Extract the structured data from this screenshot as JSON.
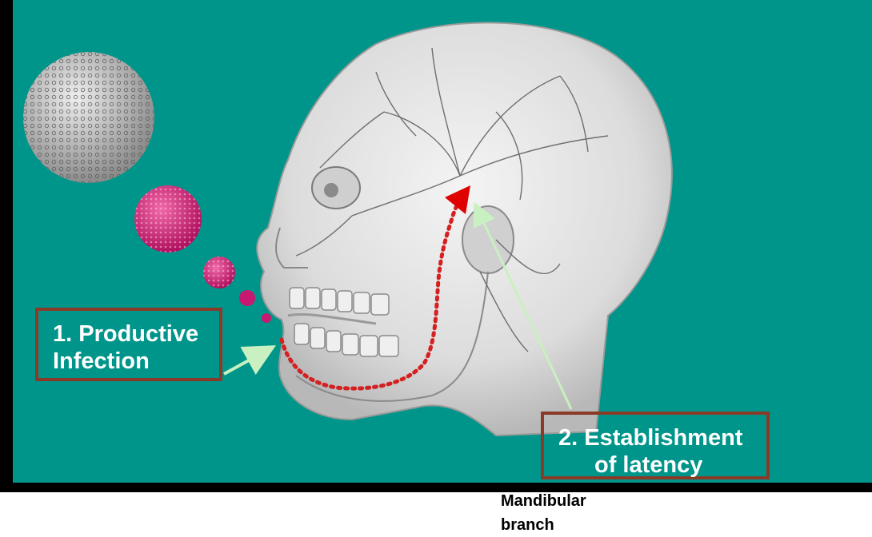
{
  "callout_1": {
    "line1": "1.  Productive",
    "line2": "Infection"
  },
  "callout_2": {
    "line1": "2.  Establishment",
    "line2": "of latency"
  },
  "below_slide_label": {
    "line1": "Mandibular",
    "line2": "branch"
  },
  "colors": {
    "background_teal": "#00958a",
    "frame_black": "#000000",
    "callout_border": "#8a3a26",
    "arrow_green": "#c8f0c0",
    "nerve_path_red": "#d42020",
    "latency_marker_red": "#e00000",
    "virion_gray": "#c9c9c9",
    "virion_pink": "#d6287e"
  }
}
